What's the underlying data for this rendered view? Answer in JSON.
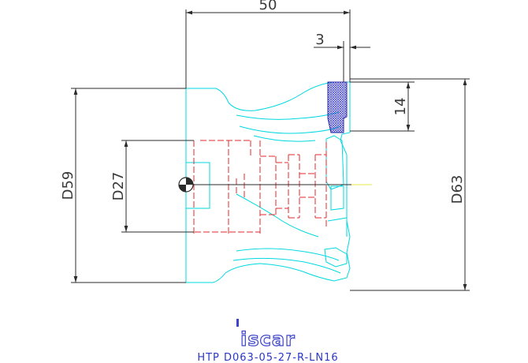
{
  "drawing": {
    "brand": "iscar",
    "part_code": "HTP D063-05-27-R-LN16",
    "dimensions": {
      "overall_length": "50",
      "insert_protrusion": "3",
      "insert_height": "14",
      "body_diameter": "D59",
      "bore_diameter": "D27",
      "cutting_diameter": "D63"
    },
    "colors": {
      "dimension": "#2b2b2b",
      "body_outline": "#00d8e0",
      "bore_hidden_lines": "#e0282d",
      "insert_hatch": "#3a3acc",
      "caption": "#2a36c8"
    }
  }
}
